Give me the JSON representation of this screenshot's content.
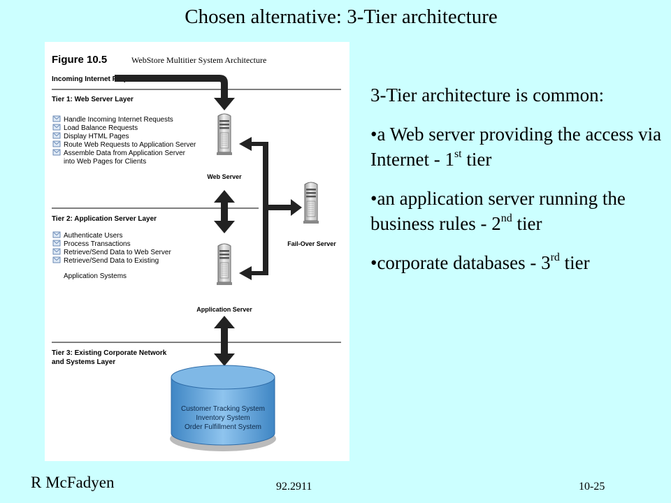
{
  "slide_title": "Chosen alternative: 3-Tier architecture",
  "figure": {
    "number": "Figure 10.5",
    "caption": "WebStore Multitier System Architecture",
    "incoming": "Incoming Internet Requests",
    "tier1": {
      "heading": "Tier 1: Web Server Layer",
      "items": [
        "Handle Incoming Internet Requests",
        "Load Balance Requests",
        "Display HTML Pages",
        "Route Web Requests to Application Server",
        "Assemble Data from Application Server",
        "into Web Pages for Clients"
      ]
    },
    "tier2": {
      "heading": "Tier 2: Application Server Layer",
      "items": [
        "Authenticate Users",
        "Process Transactions",
        "Retrieve/Send Data to Web Server",
        "Retrieve/Send Data to Existing",
        "Application Systems"
      ]
    },
    "tier3": {
      "heading_line1": "Tier 3: Existing Corporate Network",
      "heading_line2": "and Systems Layer"
    },
    "web_server_label": "Web Server",
    "failover_label": "Fail-Over Server",
    "app_server_label": "Application Server",
    "database_lines": [
      "Customer Tracking System",
      "Inventory System",
      "Order Fulfillment System"
    ]
  },
  "bullets": {
    "intro": "3-Tier architecture is common:",
    "items": [
      {
        "bullet": "•",
        "text": "a Web server providing the access via Internet - 1",
        "sup": "st",
        "tail": " tier"
      },
      {
        "bullet": "•",
        "text": "an application server running the business rules - 2",
        "sup": "nd",
        "tail": " tier"
      },
      {
        "bullet": "•",
        "text": "corporate databases - 3",
        "sup": "rd",
        "tail": " tier"
      }
    ]
  },
  "footer": {
    "author": "R McFadyen",
    "course": "92.2911",
    "page": "10-25"
  },
  "colors": {
    "background": "#ccffff",
    "db_blue": "#5b9fd6",
    "arrow": "#222222"
  }
}
